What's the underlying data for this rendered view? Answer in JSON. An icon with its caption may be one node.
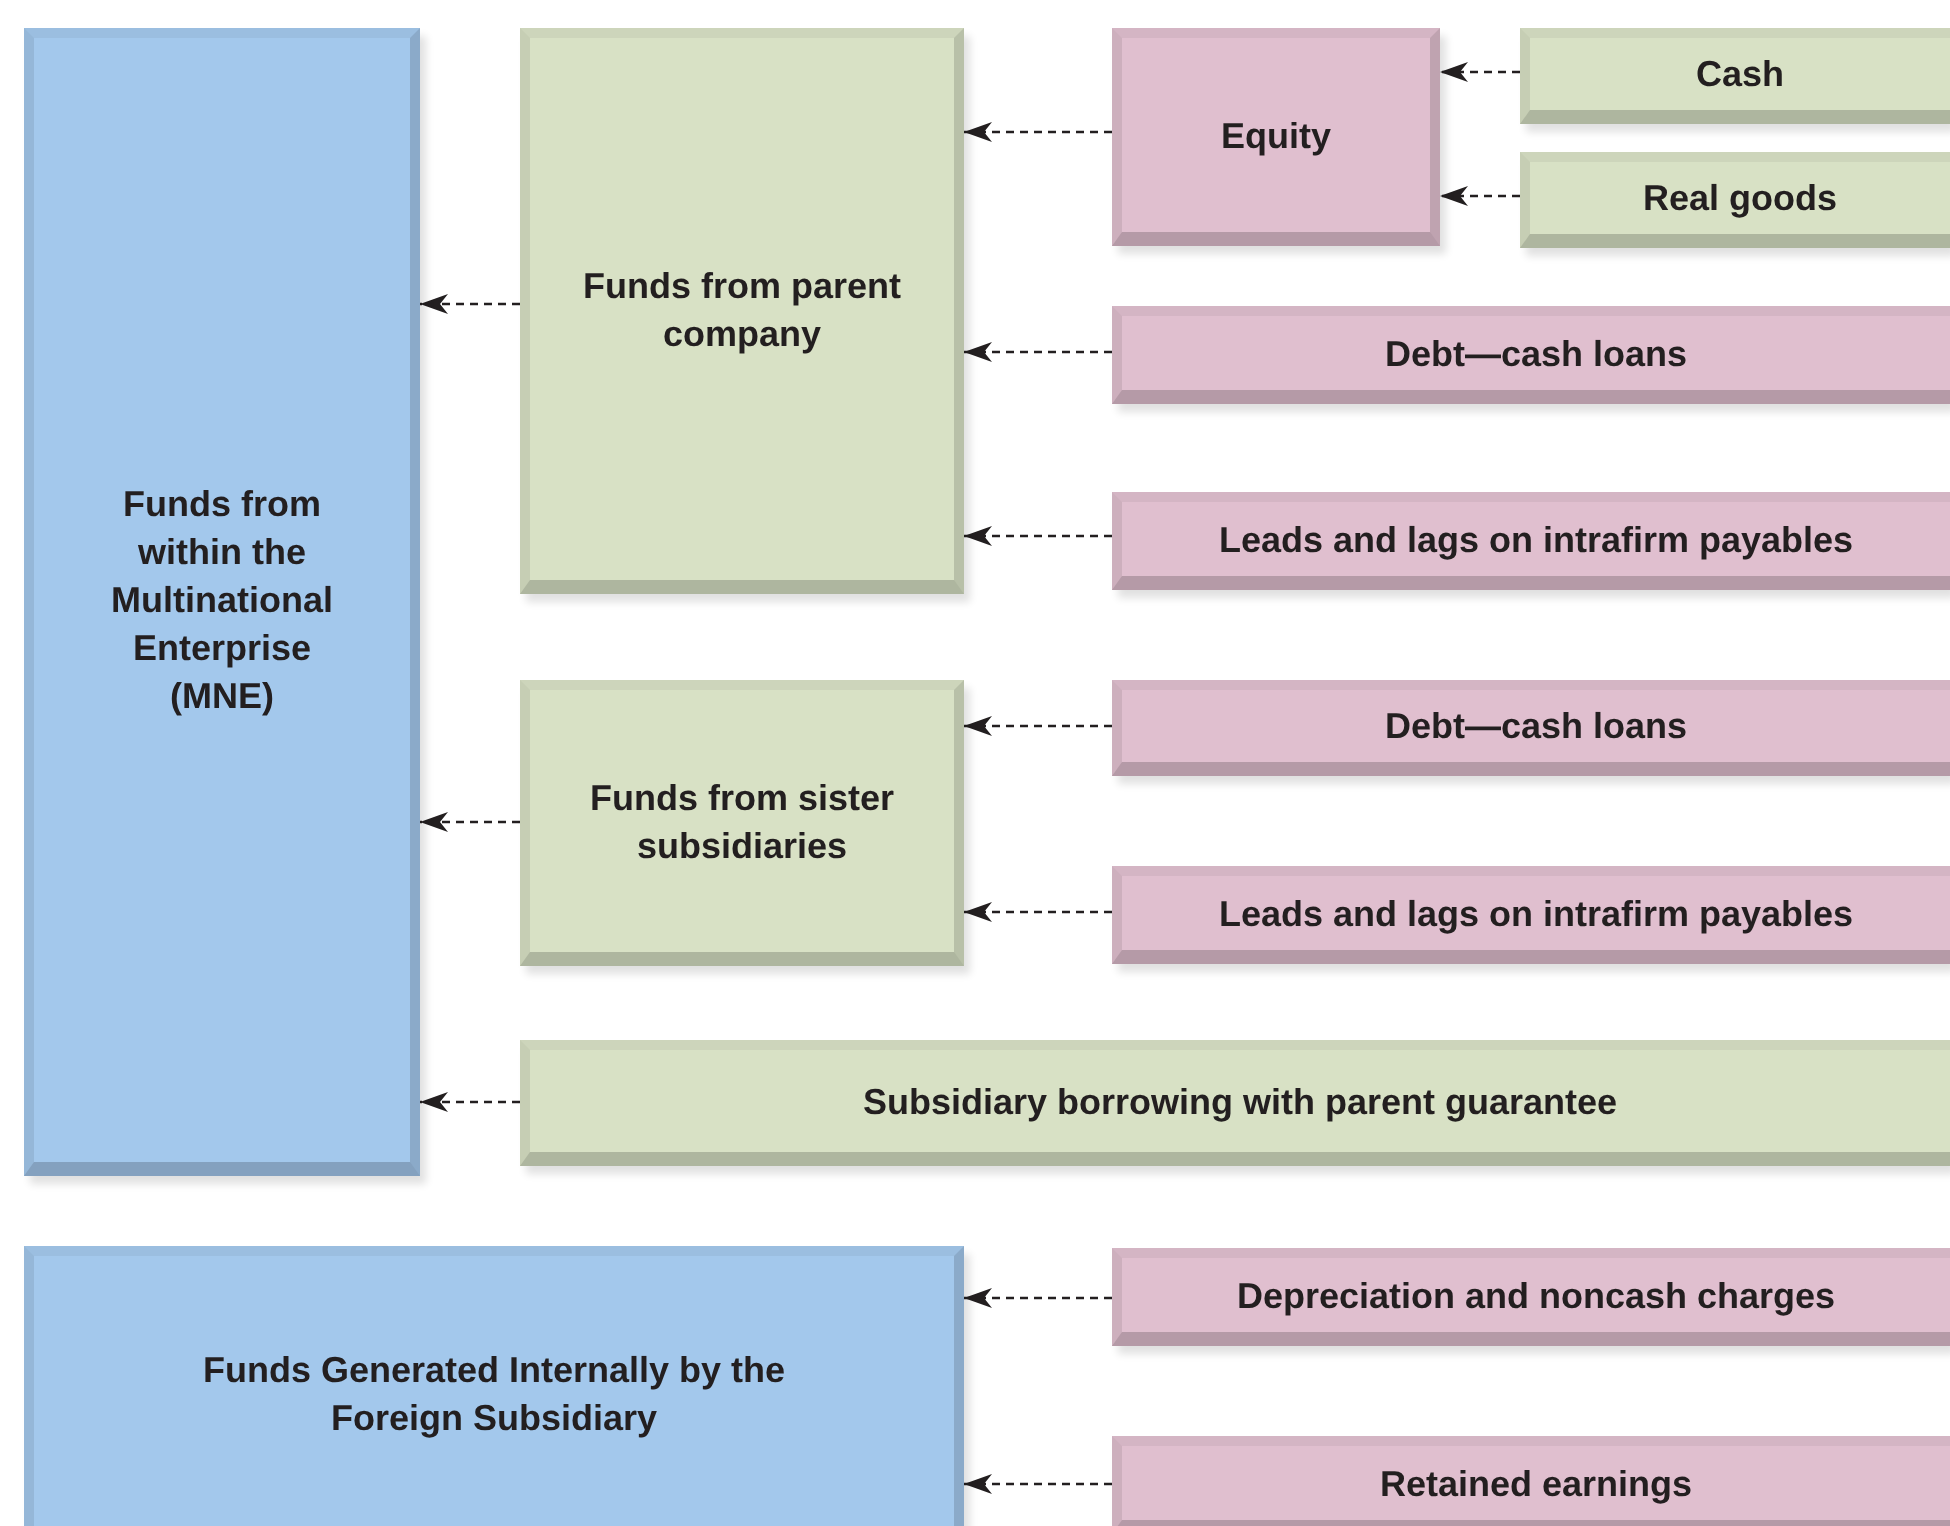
{
  "diagram": {
    "nodes": [
      {
        "text": [
          "Funds from within the Multinational Enterprise (MNE)"
        ]
      },
      {
        "text": [
          "Funds from parent company"
        ]
      },
      {
        "text": [
          "Equity"
        ]
      },
      {
        "text": [
          "Cash"
        ]
      },
      {
        "text": [
          "Real goods"
        ]
      },
      {
        "text": [
          "Debt—cash loans"
        ]
      },
      {
        "text": [
          "Leads and lags on intrafirm payables"
        ]
      },
      {
        "text": [
          "Funds from sister subsidiaries"
        ]
      },
      {
        "text": [
          "Debt—cash loans"
        ]
      },
      {
        "text": [
          "Leads and lags on intrafirm payables"
        ]
      },
      {
        "text": [
          "Subsidiary borrowing with parent guarantee"
        ]
      },
      {
        "text": [
          "Funds Generated Internally by the Foreign Subsidiary"
        ]
      },
      {
        "text": [
          "Depreciation and noncash charges"
        ]
      },
      {
        "text": [
          "Retained earnings"
        ]
      }
    ],
    "edges": [
      {
        "from": 1,
        "to": 0,
        "arrow": "to",
        "style": "dashed"
      },
      {
        "from": 2,
        "to": 1,
        "arrow": "to",
        "style": "dashed"
      },
      {
        "from": 3,
        "to": 2,
        "arrow": "to",
        "style": "dashed"
      },
      {
        "from": 4,
        "to": 2,
        "arrow": "to",
        "style": "dashed"
      },
      {
        "from": 5,
        "to": 1,
        "arrow": "to",
        "style": "dashed"
      },
      {
        "from": 6,
        "to": 1,
        "arrow": "to",
        "style": "dashed"
      },
      {
        "from": 7,
        "to": 0,
        "arrow": "to",
        "style": "dashed"
      },
      {
        "from": 8,
        "to": 7,
        "arrow": "to",
        "style": "dashed"
      },
      {
        "from": 9,
        "to": 7,
        "arrow": "to",
        "style": "dashed"
      },
      {
        "from": 10,
        "to": 0,
        "arrow": "to",
        "style": "dashed"
      },
      {
        "from": 12,
        "to": 11,
        "arrow": "to",
        "style": "dashed"
      },
      {
        "from": 13,
        "to": 11,
        "arrow": "to",
        "style": "dashed"
      }
    ]
  }
}
